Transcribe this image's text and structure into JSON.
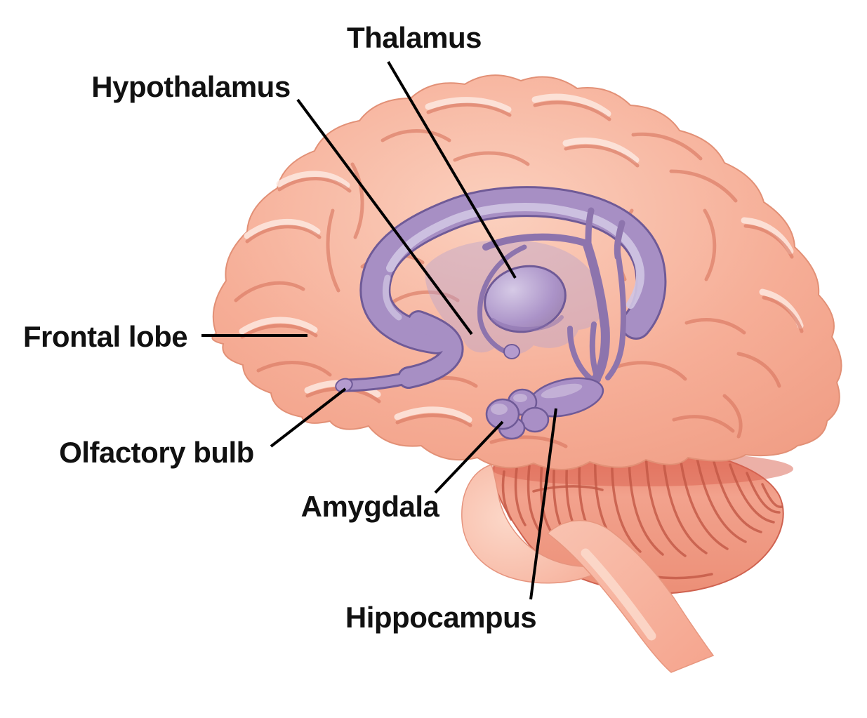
{
  "diagram": {
    "type": "anatomical-diagram",
    "subject": "human brain, lateral view, limbic system structures",
    "labels": [
      {
        "id": "thalamus",
        "text": "Thalamus"
      },
      {
        "id": "hypothalamus",
        "text": "Hypothalamus"
      },
      {
        "id": "frontal-lobe",
        "text": "Frontal lobe"
      },
      {
        "id": "olfactory-bulb",
        "text": "Olfactory bulb"
      },
      {
        "id": "amygdala",
        "text": "Amygdala"
      },
      {
        "id": "hippocampus",
        "text": "Hippocampus"
      }
    ],
    "colors": {
      "background": "#ffffff",
      "cortex": "#f4a68f",
      "cortex_light": "#fbd3c2",
      "cortex_crease": "#d8765f",
      "cerebellum": "#ee9078",
      "cerebellum_ridge": "#c25745",
      "brainstem": "#f8bba9",
      "limbic": "#a78fc4",
      "limbic_light": "#d0c5e3",
      "limbic_dark": "#6f5a97",
      "limbic_translucent": "#b7a3cd",
      "label_text": "#111111",
      "leader_line": "#000000"
    }
  }
}
